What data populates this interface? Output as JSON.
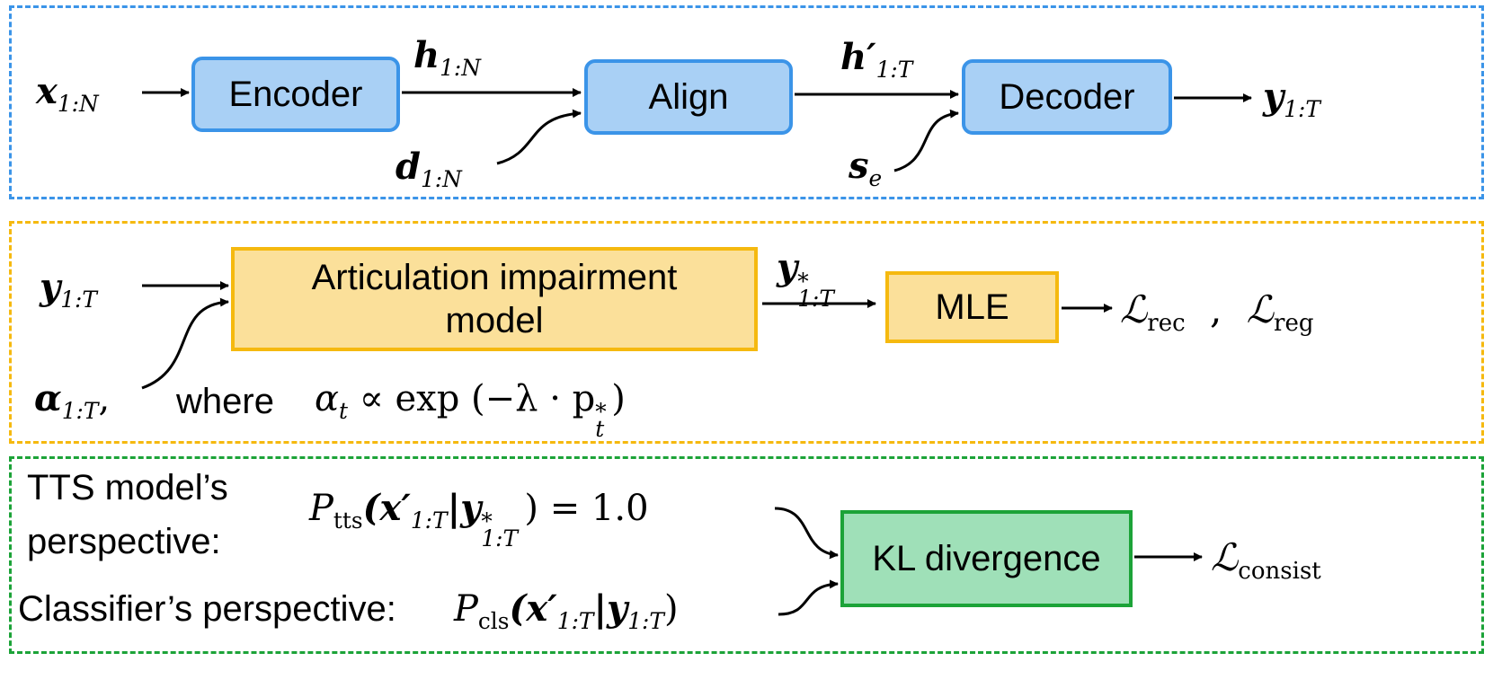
{
  "colors": {
    "blue_border": "#3b94e8",
    "blue_fill": "#a9d0f5",
    "yellow_border": "#f5b90f",
    "yellow_fill": "#fbe09a",
    "green_border": "#1ca338",
    "green_fill": "#9fe0b8"
  },
  "panel1": {
    "encoder": "Encoder",
    "align": "Align",
    "decoder": "Decoder",
    "x_in": "x",
    "x_in_sub": "1:N",
    "h": "h",
    "h_sub": "1:N",
    "h_prime": "h′",
    "h_prime_sub": "1:T",
    "d": "d",
    "d_sub": "1:N",
    "s": "s",
    "s_sub": "e",
    "y_out": "y",
    "y_out_sub": "1:T"
  },
  "panel2": {
    "impairment_line1": "Articulation impairment",
    "impairment_line2": "model",
    "mle": "MLE",
    "y_in": "y",
    "y_in_sub": "1:T",
    "y_star": "y",
    "y_star_sup": "*",
    "y_star_sub": "1:T",
    "alpha": "α",
    "alpha_sub": "1:T",
    "comma": ",",
    "where": "where",
    "formula_alpha": "α",
    "formula_alpha_sub": "t",
    "formula_rest": " ∝ exp (−λ · p",
    "formula_p_sup": "*",
    "formula_p_sub": "t",
    "formula_close": ")",
    "l_rec": "ℒ",
    "l_rec_sub": "rec",
    "sep": ",",
    "l_reg": "ℒ",
    "l_reg_sub": "reg"
  },
  "panel3": {
    "tts_line1": "TTS model’s",
    "tts_line2": "perspective:",
    "cls_label": "Classifier’s perspective:",
    "kl": "KL divergence",
    "p_tts": "P",
    "p_tts_sub": "tts",
    "p_tts_args_a": "(x′",
    "p_tts_args_a_sub": "1:T",
    "p_tts_args_b": "|y",
    "p_tts_args_b_sup": "*",
    "p_tts_args_b_sub": "1:T",
    "p_tts_rest": ") = 1.0",
    "p_cls": "P",
    "p_cls_sub": "cls",
    "p_cls_args_a": "(x′",
    "p_cls_args_a_sub": "1:T",
    "p_cls_args_b": "|y",
    "p_cls_args_b_sub": "1:T",
    "p_cls_rest": ")",
    "l_consist": "ℒ",
    "l_consist_sub": "consist"
  }
}
